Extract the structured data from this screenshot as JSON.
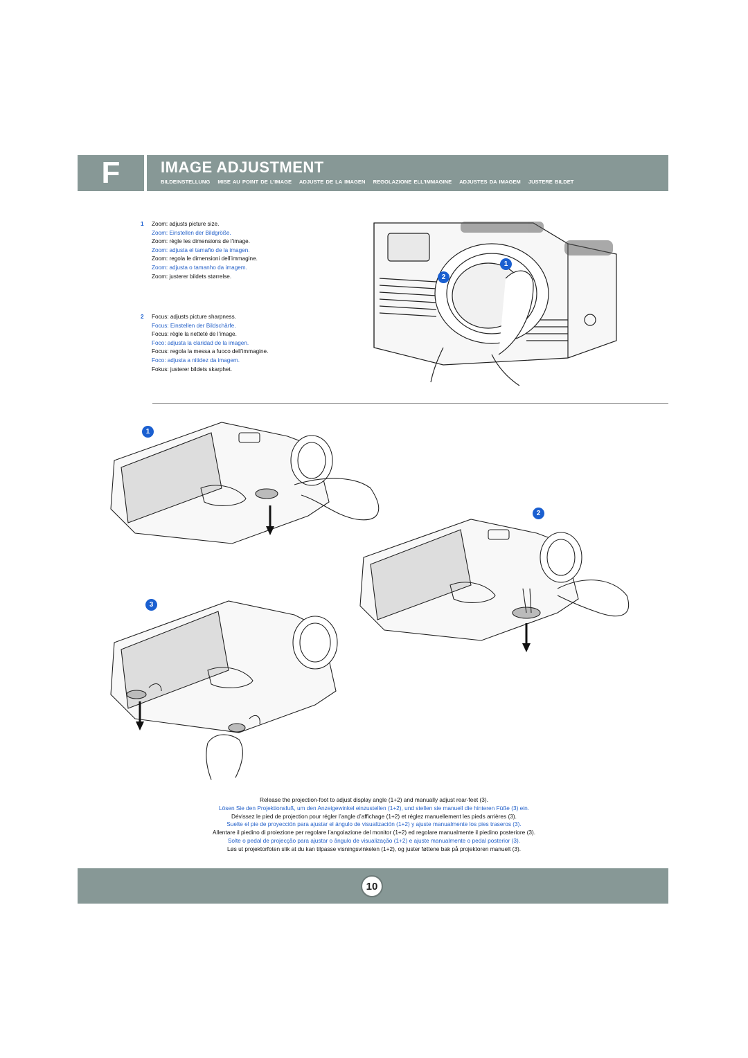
{
  "header": {
    "letter": "F",
    "title": "IMAGE ADJUSTMENT",
    "subtitles": [
      "BILDEINSTELLUNG",
      "MISE AU POINT DE L’IMAGE",
      "ADJUSTE DE LA IMAGEN",
      "REGOLAZIONE ELL’IMMAGINE",
      "ADJUSTES DA IMAGEM",
      "JUSTERE BILDET"
    ]
  },
  "zoom": {
    "number": "1",
    "lines": [
      "Zoom: adjusts picture size.",
      "Zoom: Einstellen der Bildgröße.",
      "Zoom: règle les dimensions de l’image.",
      "Zoom: adjusta el tamaño de la imagen.",
      "Zoom: regola le dimensioni dell’immagine.",
      "Zoom: adjusta o tamanho da imagem.",
      "Zoom: justerer bildets størrelse."
    ]
  },
  "focus": {
    "number": "2",
    "lines": [
      "Focus: adjusts picture sharpness.",
      "Focus: Einstellen der Bildschärfe.",
      "Focus: règle la netteté de l’image.",
      "Foco: adjusta la claridad de la imagen.",
      "Focus: regola la messa a fuoco dell’immagine.",
      "Foco: adjusta a nitidez da imagem.",
      "Fokus: justerer bildets skarphet."
    ]
  },
  "figures": {
    "lens_badges": [
      "1",
      "2"
    ],
    "step_badges": [
      "1",
      "2",
      "3"
    ]
  },
  "release_text": [
    "Release the projection-foot to adjust display angle (1+2) and manually adjust rear-feet (3).",
    "Lösen Sie den Projektionsfuß, um den Anzeigewinkel einzustellen (1+2), und stellen sie manuell die hinteren Füße (3) ein.",
    "Dévissez le pied de projection pour régler l’angle d’affichage (1+2) et réglez manuellement les pieds arrières (3).",
    "Suelte el pie de proyección para ajustar el ángulo de visualización (1+2) y ajuste manualmente los pies traseros (3).",
    "Allentare il piedino di proiezione per regolare l’angolazione del monitor (1+2) ed regolare manualmente il piedino posteriore (3).",
    "Solte o pedal de projecção para ajustar o ângulo de visualização (1+2) e ajuste manualmente o pedal posterior (3).",
    "Løs ut projektorfoten slik at du kan tilpasse visningsvinkelen (1+2), og juster føttene bak på projektoren manuelt (3)."
  ],
  "page_number": "10",
  "colors": {
    "header_gray": "#879896",
    "accent_blue": "#1a5fd0",
    "text_blue": "#2360c9"
  }
}
